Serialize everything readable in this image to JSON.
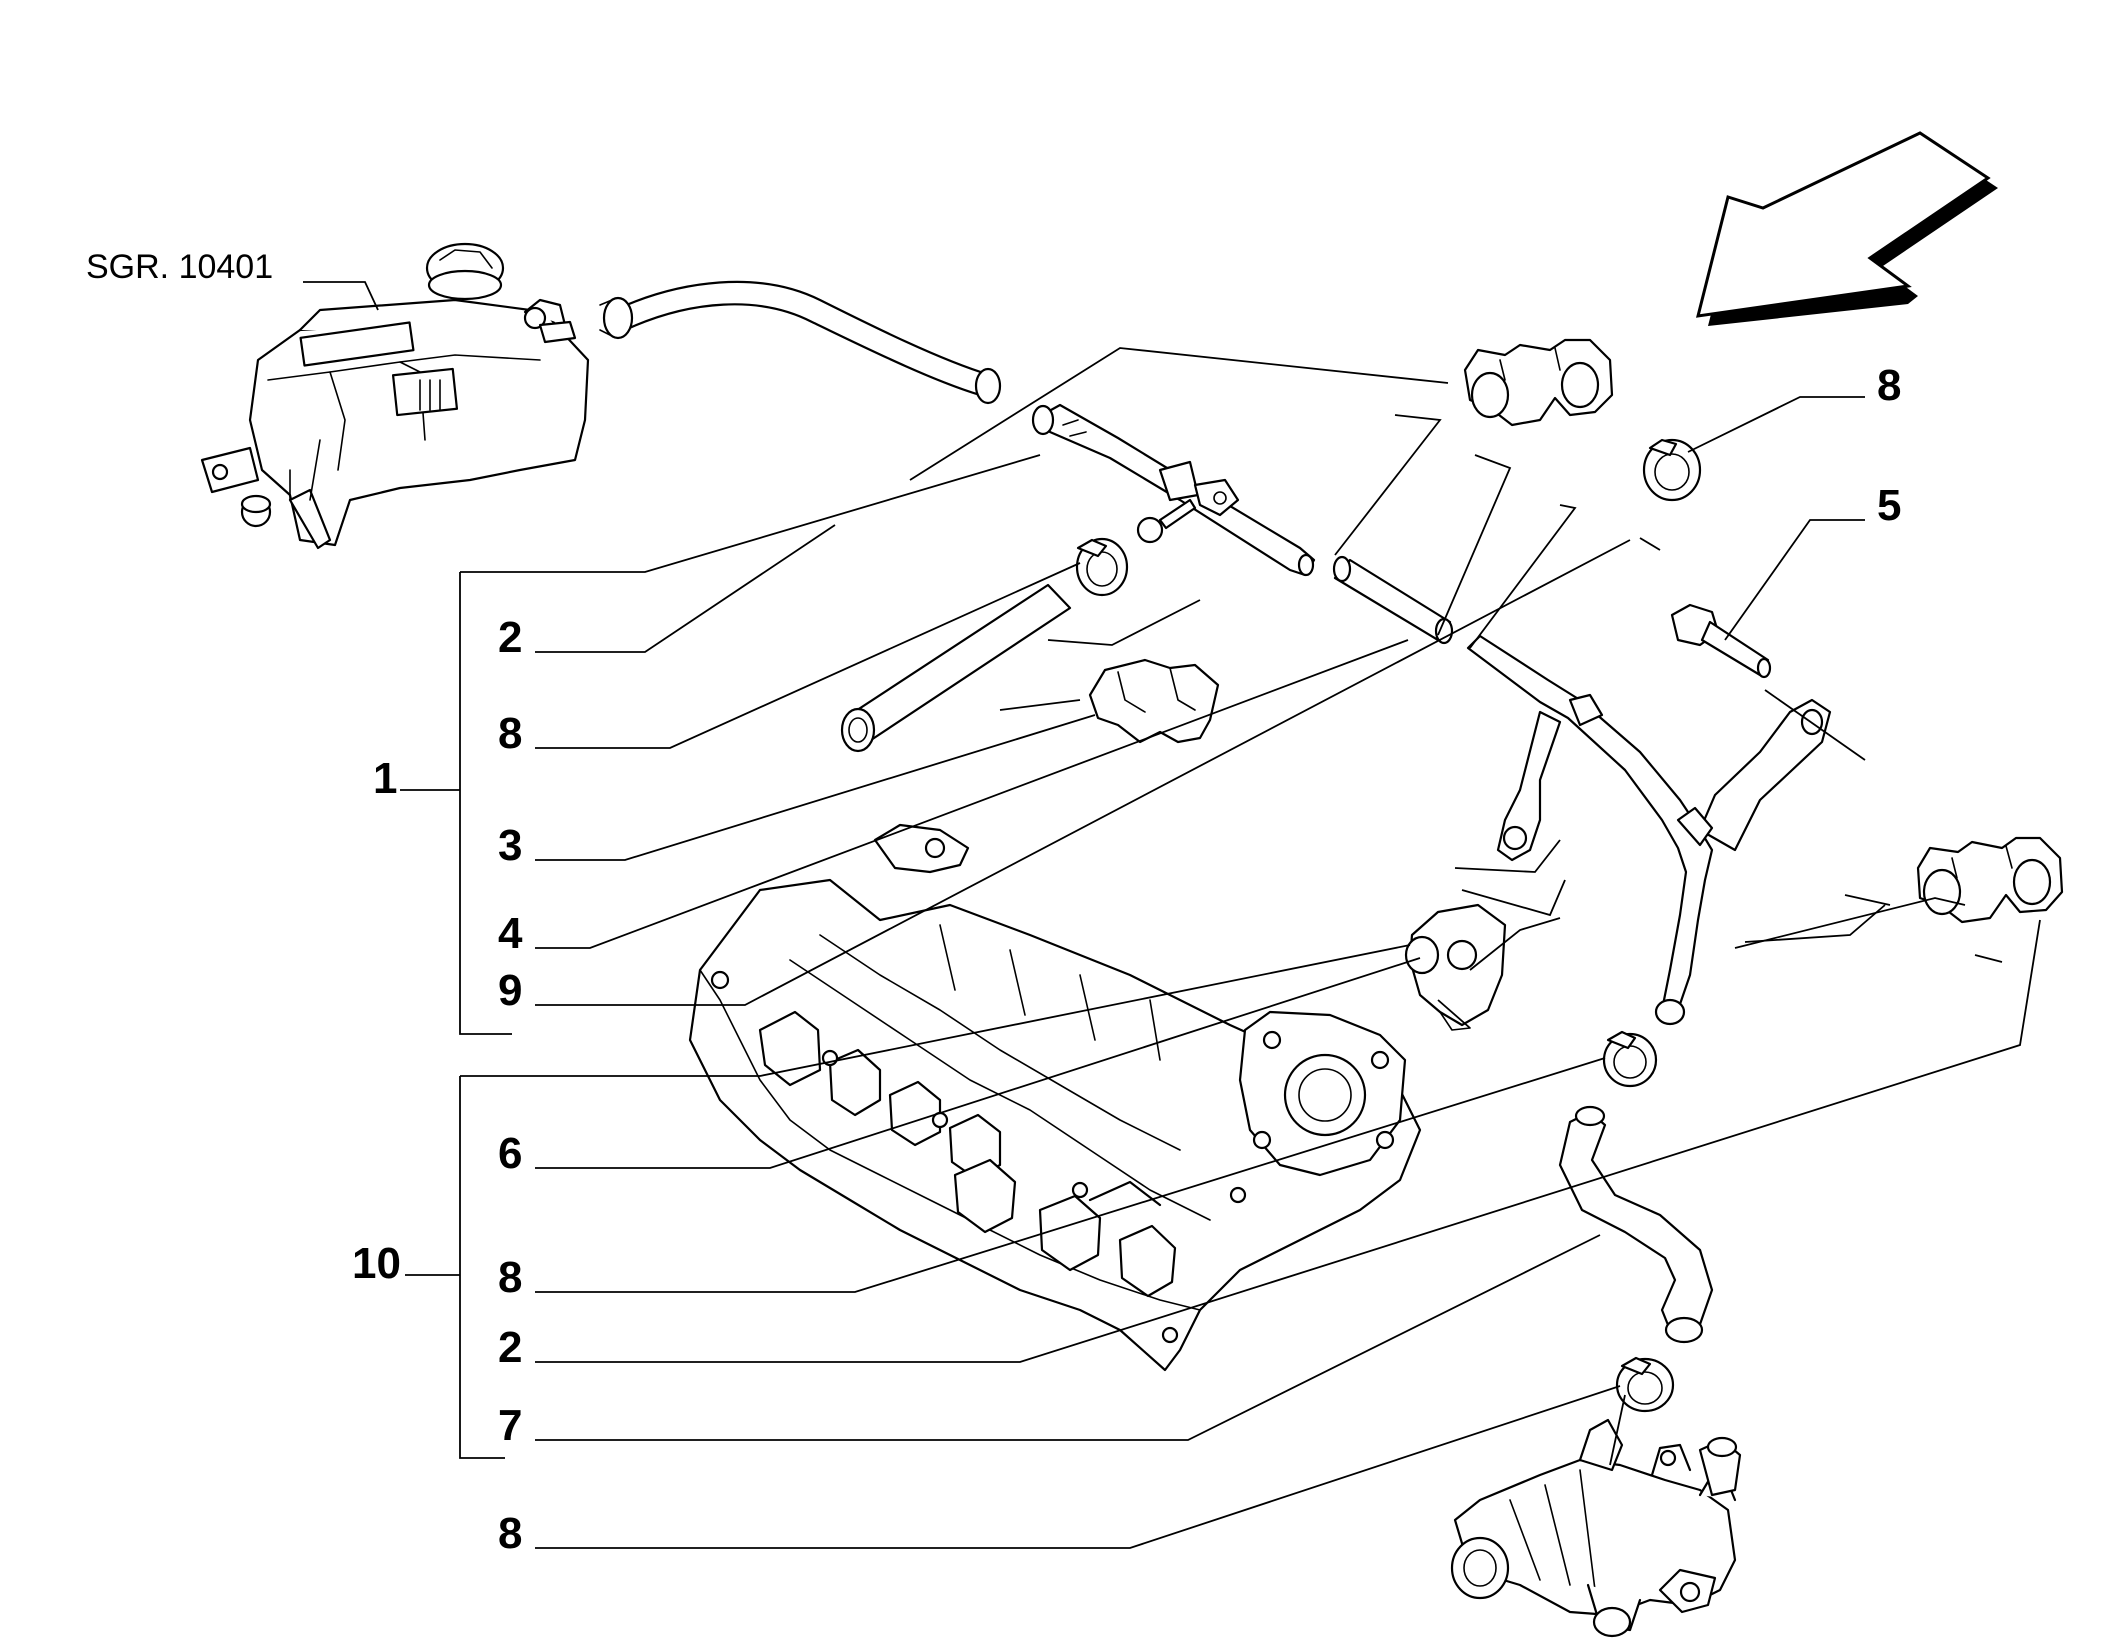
{
  "reference": {
    "text": "SGR. 10401"
  },
  "callouts": {
    "c1": "1",
    "c2a": "2",
    "c8a": "8",
    "c3": "3",
    "c4": "4",
    "c9": "9",
    "c10": "10",
    "c6": "6",
    "c8b": "8",
    "c2b": "2",
    "c7": "7",
    "c8c": "8",
    "c8top": "8",
    "c5": "5"
  },
  "parts": [
    {
      "name": "expansion-tank",
      "ref": "SGR. 10401"
    },
    {
      "name": "upper-hose"
    },
    {
      "name": "coolant-pipe",
      "callout": "2"
    },
    {
      "name": "hose-clamp",
      "callout": "8"
    },
    {
      "name": "pipe-bracket",
      "callout": "3"
    },
    {
      "name": "hose",
      "callout": "4"
    },
    {
      "name": "double-pipe-clip",
      "callout": "9"
    },
    {
      "name": "bolt",
      "callout": "5"
    },
    {
      "name": "coolant-pipe-assembly",
      "callout": "2"
    },
    {
      "name": "fitting-block",
      "callout": "6"
    },
    {
      "name": "lower-hose",
      "callout": "7"
    },
    {
      "name": "thermostat-housing"
    },
    {
      "name": "intake-manifold"
    }
  ],
  "groups": [
    {
      "callout": "1",
      "members": [
        "2",
        "8",
        "3",
        "4",
        "9"
      ]
    },
    {
      "callout": "10",
      "members": [
        "6",
        "8",
        "2",
        "7"
      ]
    }
  ],
  "colors": {
    "line": "#000000",
    "background": "#ffffff"
  }
}
